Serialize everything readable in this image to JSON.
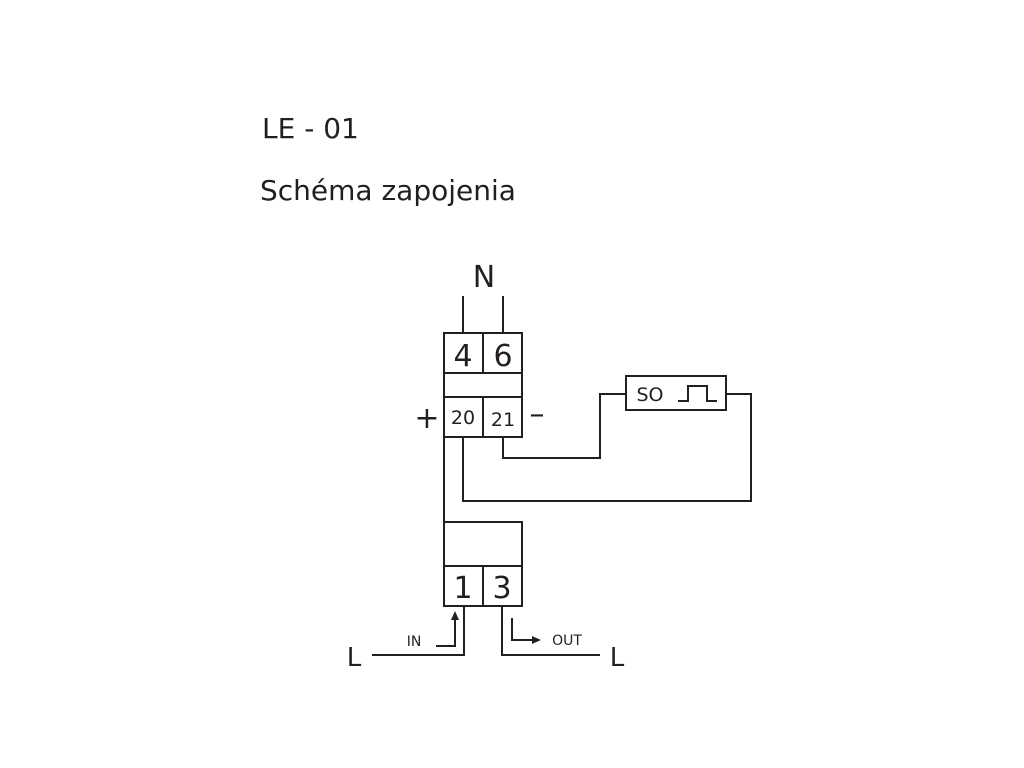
{
  "header": {
    "model": "LE - 01",
    "subtitle": "Schéma zapojenia"
  },
  "diagram": {
    "neutral_label": "N",
    "terminals_top": [
      "4",
      "6"
    ],
    "terminals_pulse": [
      "20",
      "21"
    ],
    "terminals_bottom": [
      "1",
      "3"
    ],
    "plus_sign": "+",
    "minus_sign": "–",
    "so_label": "SO",
    "line_in_label": "L",
    "line_out_label": "L",
    "in_label": "IN",
    "out_label": "OUT"
  }
}
